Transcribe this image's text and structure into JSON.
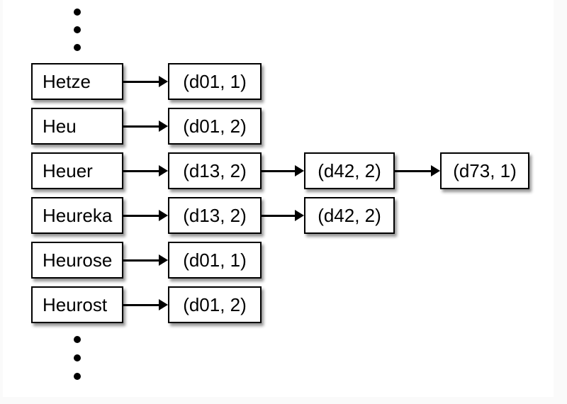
{
  "diagram": {
    "type": "inverted-index-posting-lists",
    "rows": [
      {
        "term": "Hetze",
        "postings": [
          "(d01, 1)"
        ]
      },
      {
        "term": "Heu",
        "postings": [
          "(d01, 2)"
        ]
      },
      {
        "term": "Heuer",
        "postings": [
          "(d13, 2)",
          "(d42, 2)",
          "(d73, 1)"
        ]
      },
      {
        "term": "Heureka",
        "postings": [
          "(d13, 2)",
          "(d42, 2)"
        ]
      },
      {
        "term": "Heurose",
        "postings": [
          "(d01, 1)"
        ]
      },
      {
        "term": "Heurost",
        "postings": [
          "(d01, 2)"
        ]
      }
    ],
    "ellipsis": {
      "top_dots": 3,
      "bottom_dots": 3
    },
    "colors": {
      "page_background": "#fafafa",
      "panel_background": "#ffffff",
      "box_border": "#000000",
      "box_fill": "#ffffff",
      "text": "#000000"
    }
  }
}
